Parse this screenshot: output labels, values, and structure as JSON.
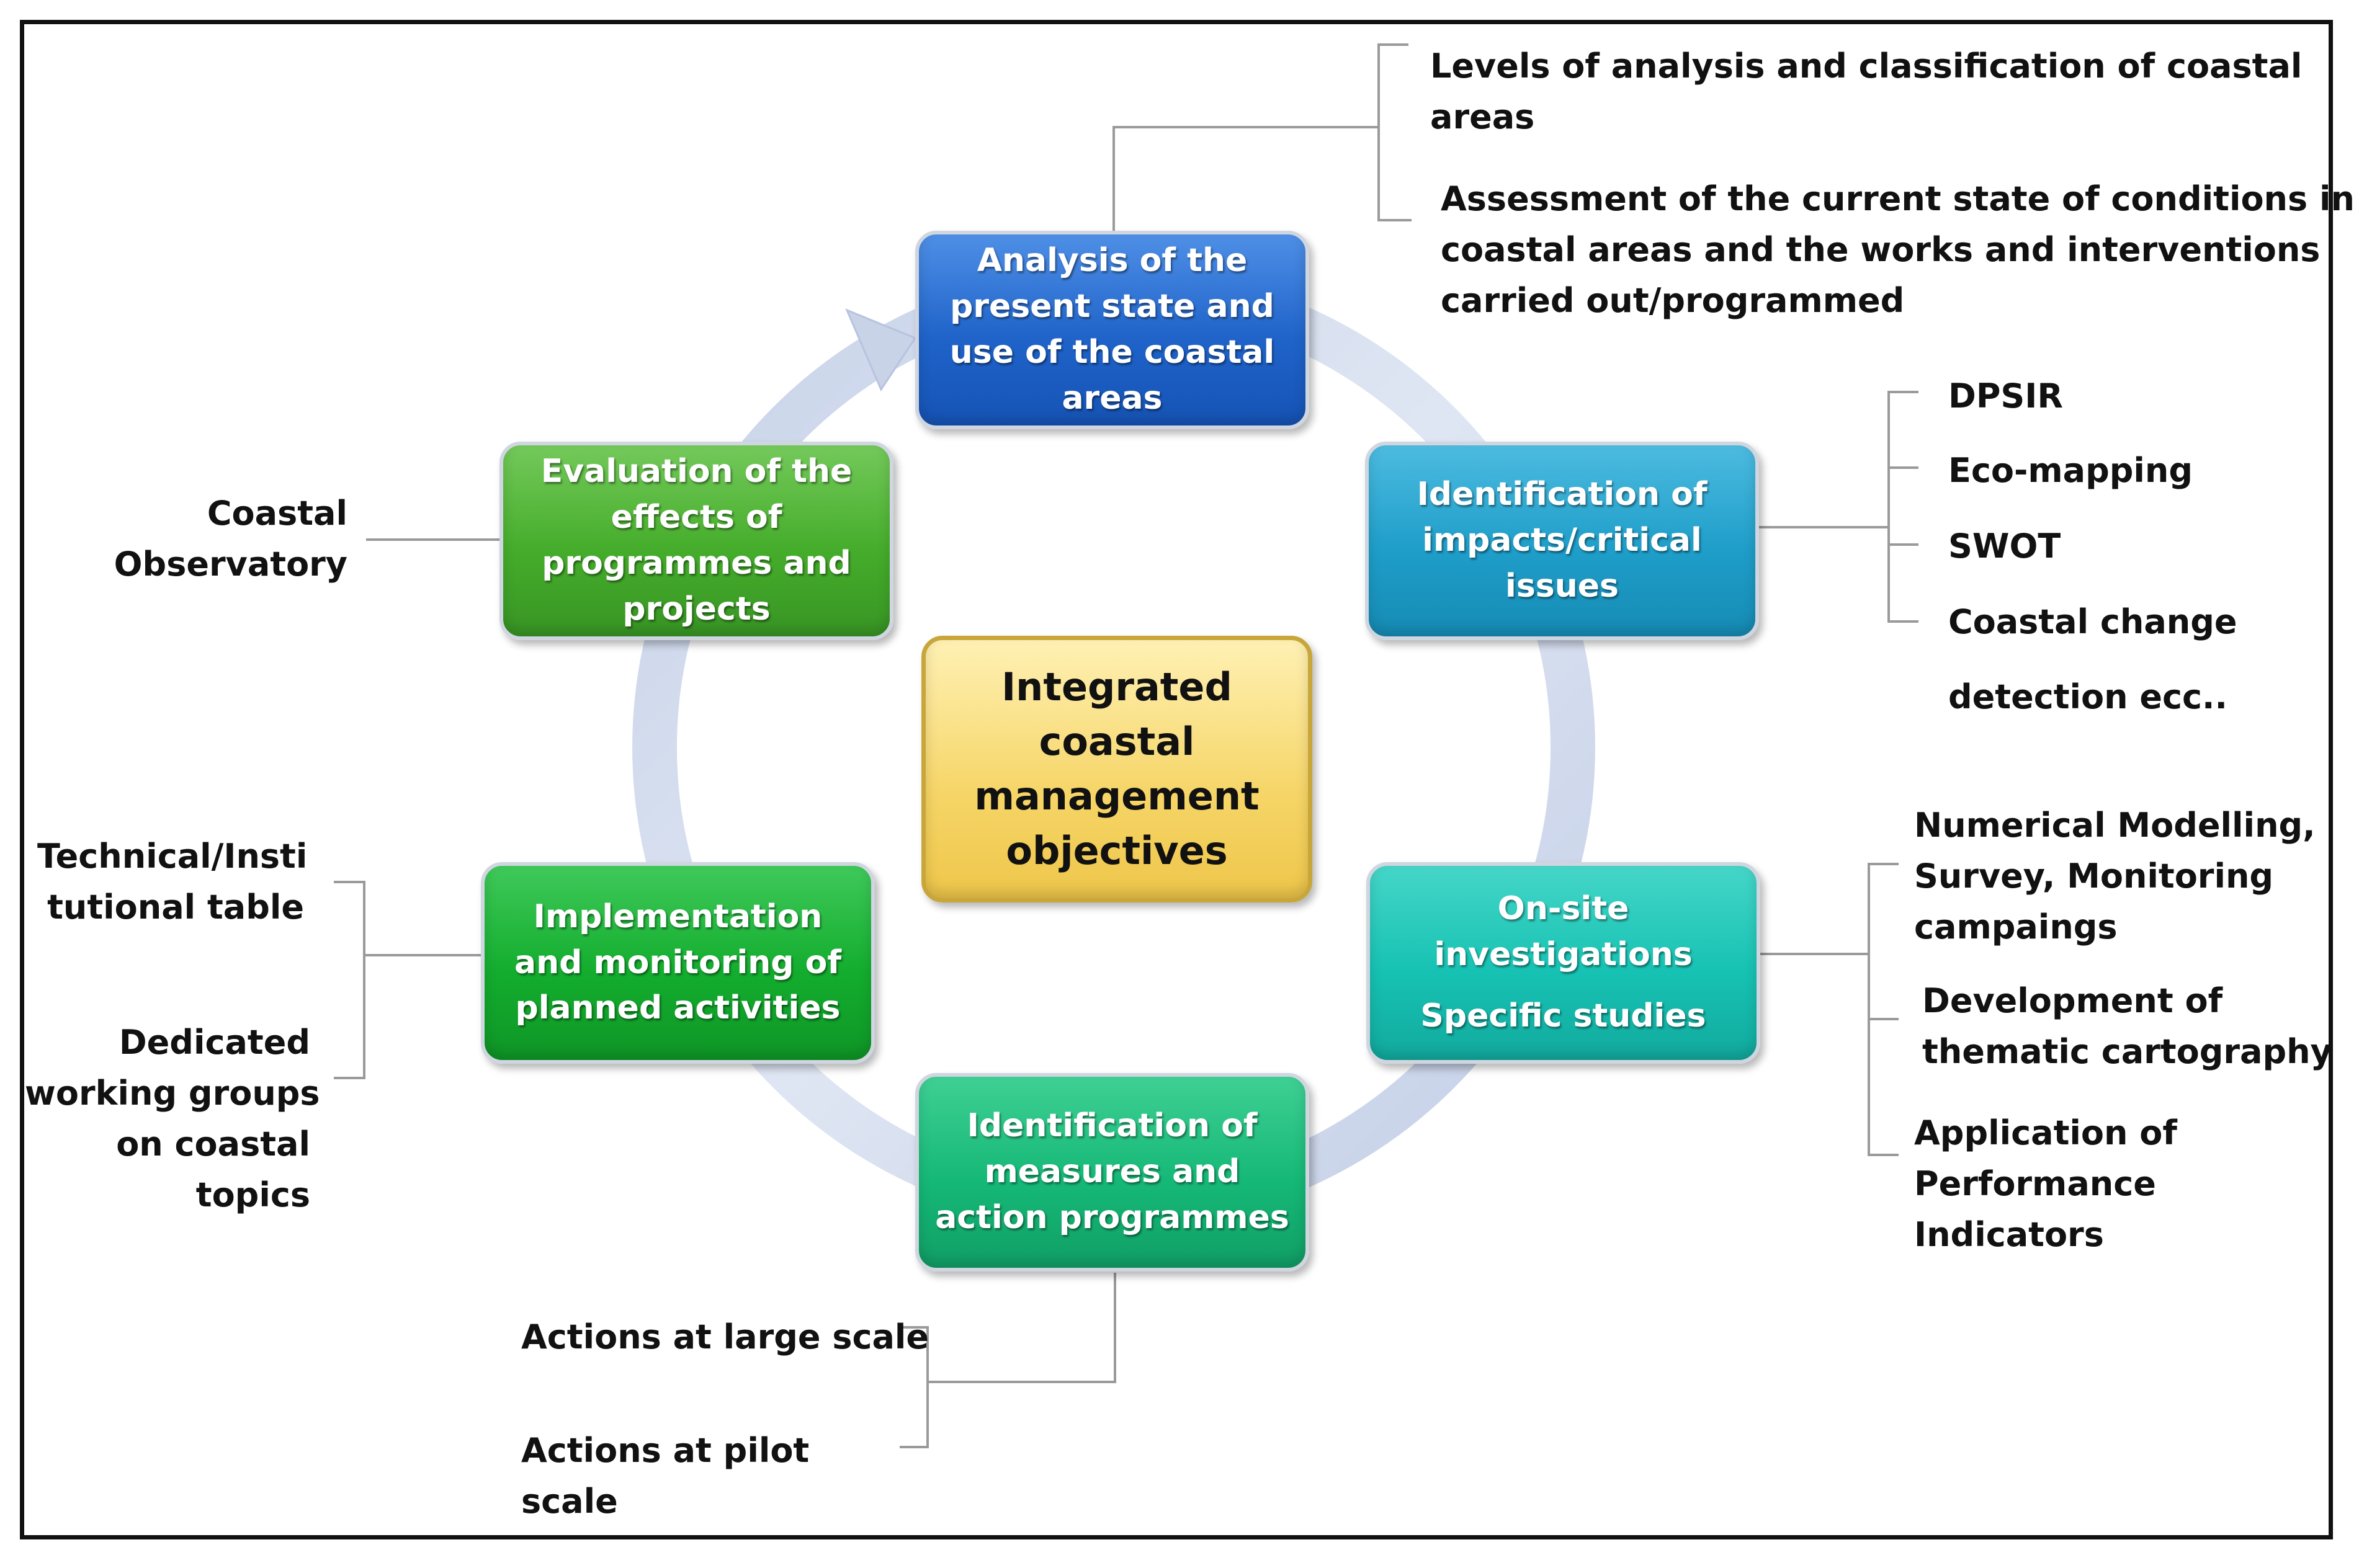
{
  "center": {
    "lines": [
      "Integrated",
      "coastal",
      "management",
      "objectives"
    ]
  },
  "boxes": {
    "analysis": {
      "lines": [
        "Analysis of the",
        "present state and",
        "use of the coastal",
        "areas"
      ]
    },
    "impacts": {
      "lines": [
        "Identification of",
        "impacts/critical",
        "issues"
      ]
    },
    "onsite": {
      "lines": [
        "On-site",
        "investigations",
        "Specific studies"
      ]
    },
    "measures": {
      "lines": [
        "Identification of",
        "measures and",
        "action programmes"
      ]
    },
    "implementation": {
      "lines": [
        "Implementation",
        "and monitoring of",
        "planned activities"
      ]
    },
    "evaluation": {
      "lines": [
        "Evaluation of the",
        "effects of",
        "programmes and",
        "projects"
      ]
    }
  },
  "labels": {
    "levels": [
      "Levels of analysis and classification of coastal",
      "areas"
    ],
    "assessment": [
      "Assessment of the current state of conditions in",
      "coastal areas and the works and interventions",
      "carried out/programmed"
    ],
    "dpsir": "DPSIR",
    "eco_mapping": "Eco-mapping",
    "swot": "SWOT",
    "coastal_change": "Coastal change",
    "detection": "detection ecc..",
    "numerical": [
      "Numerical Modelling,",
      "Survey, Monitoring",
      "campaings"
    ],
    "cartography": [
      "Development of",
      "thematic cartography"
    ],
    "performance": [
      "Application of",
      "Performance",
      "Indicators"
    ],
    "large_scale": "Actions at large scale",
    "pilot_scale": [
      "Actions at pilot",
      "scale"
    ],
    "technical": [
      "Technical/Insti",
      "tutional table"
    ],
    "working_groups": [
      "Dedicated",
      "working groups",
      "on coastal",
      "topics"
    ],
    "observatory": [
      "Coastal",
      "Observatory"
    ]
  },
  "colors": {
    "analysis": "#1f63c9",
    "impacts": "#1e9ec9",
    "onsite": "#16c2b3",
    "measures": "#15b877",
    "implementation": "#13ad2e",
    "evaluation": "#45ad2b",
    "center": "#f6d567",
    "ring": "#d3dcec",
    "connector": "#9a9a9a"
  }
}
